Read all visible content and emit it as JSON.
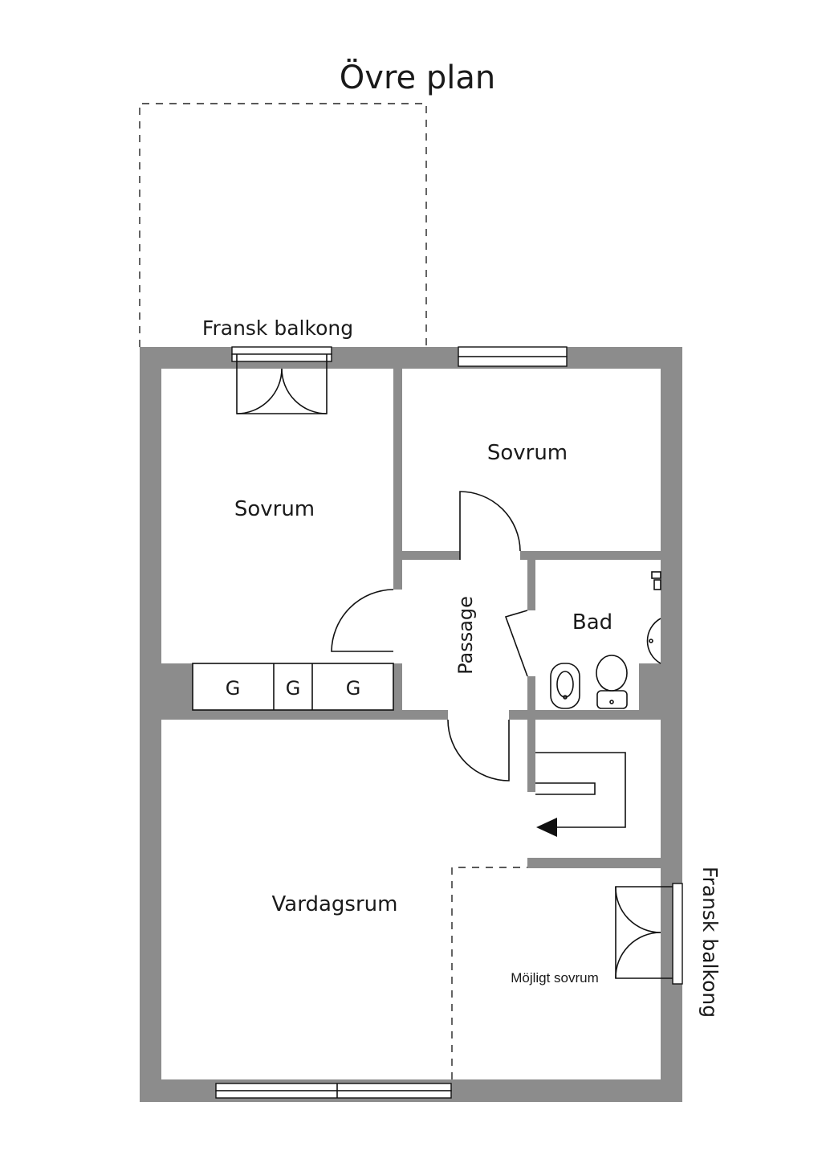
{
  "title": "Övre plan",
  "rooms": {
    "bedroom_left": "Sovrum",
    "bedroom_right": "Sovrum",
    "passage": "Passage",
    "bathroom": "Bad",
    "living_room": "Vardagsrum",
    "possible_bedroom": "Möjligt sovrum"
  },
  "wardrobes": [
    "G",
    "G",
    "G"
  ],
  "balconies": {
    "top": "Fransk balkong",
    "right": "Fransk balkong"
  },
  "colors": {
    "wall": "#8c8c8c",
    "line": "#111111",
    "background": "#ffffff"
  }
}
